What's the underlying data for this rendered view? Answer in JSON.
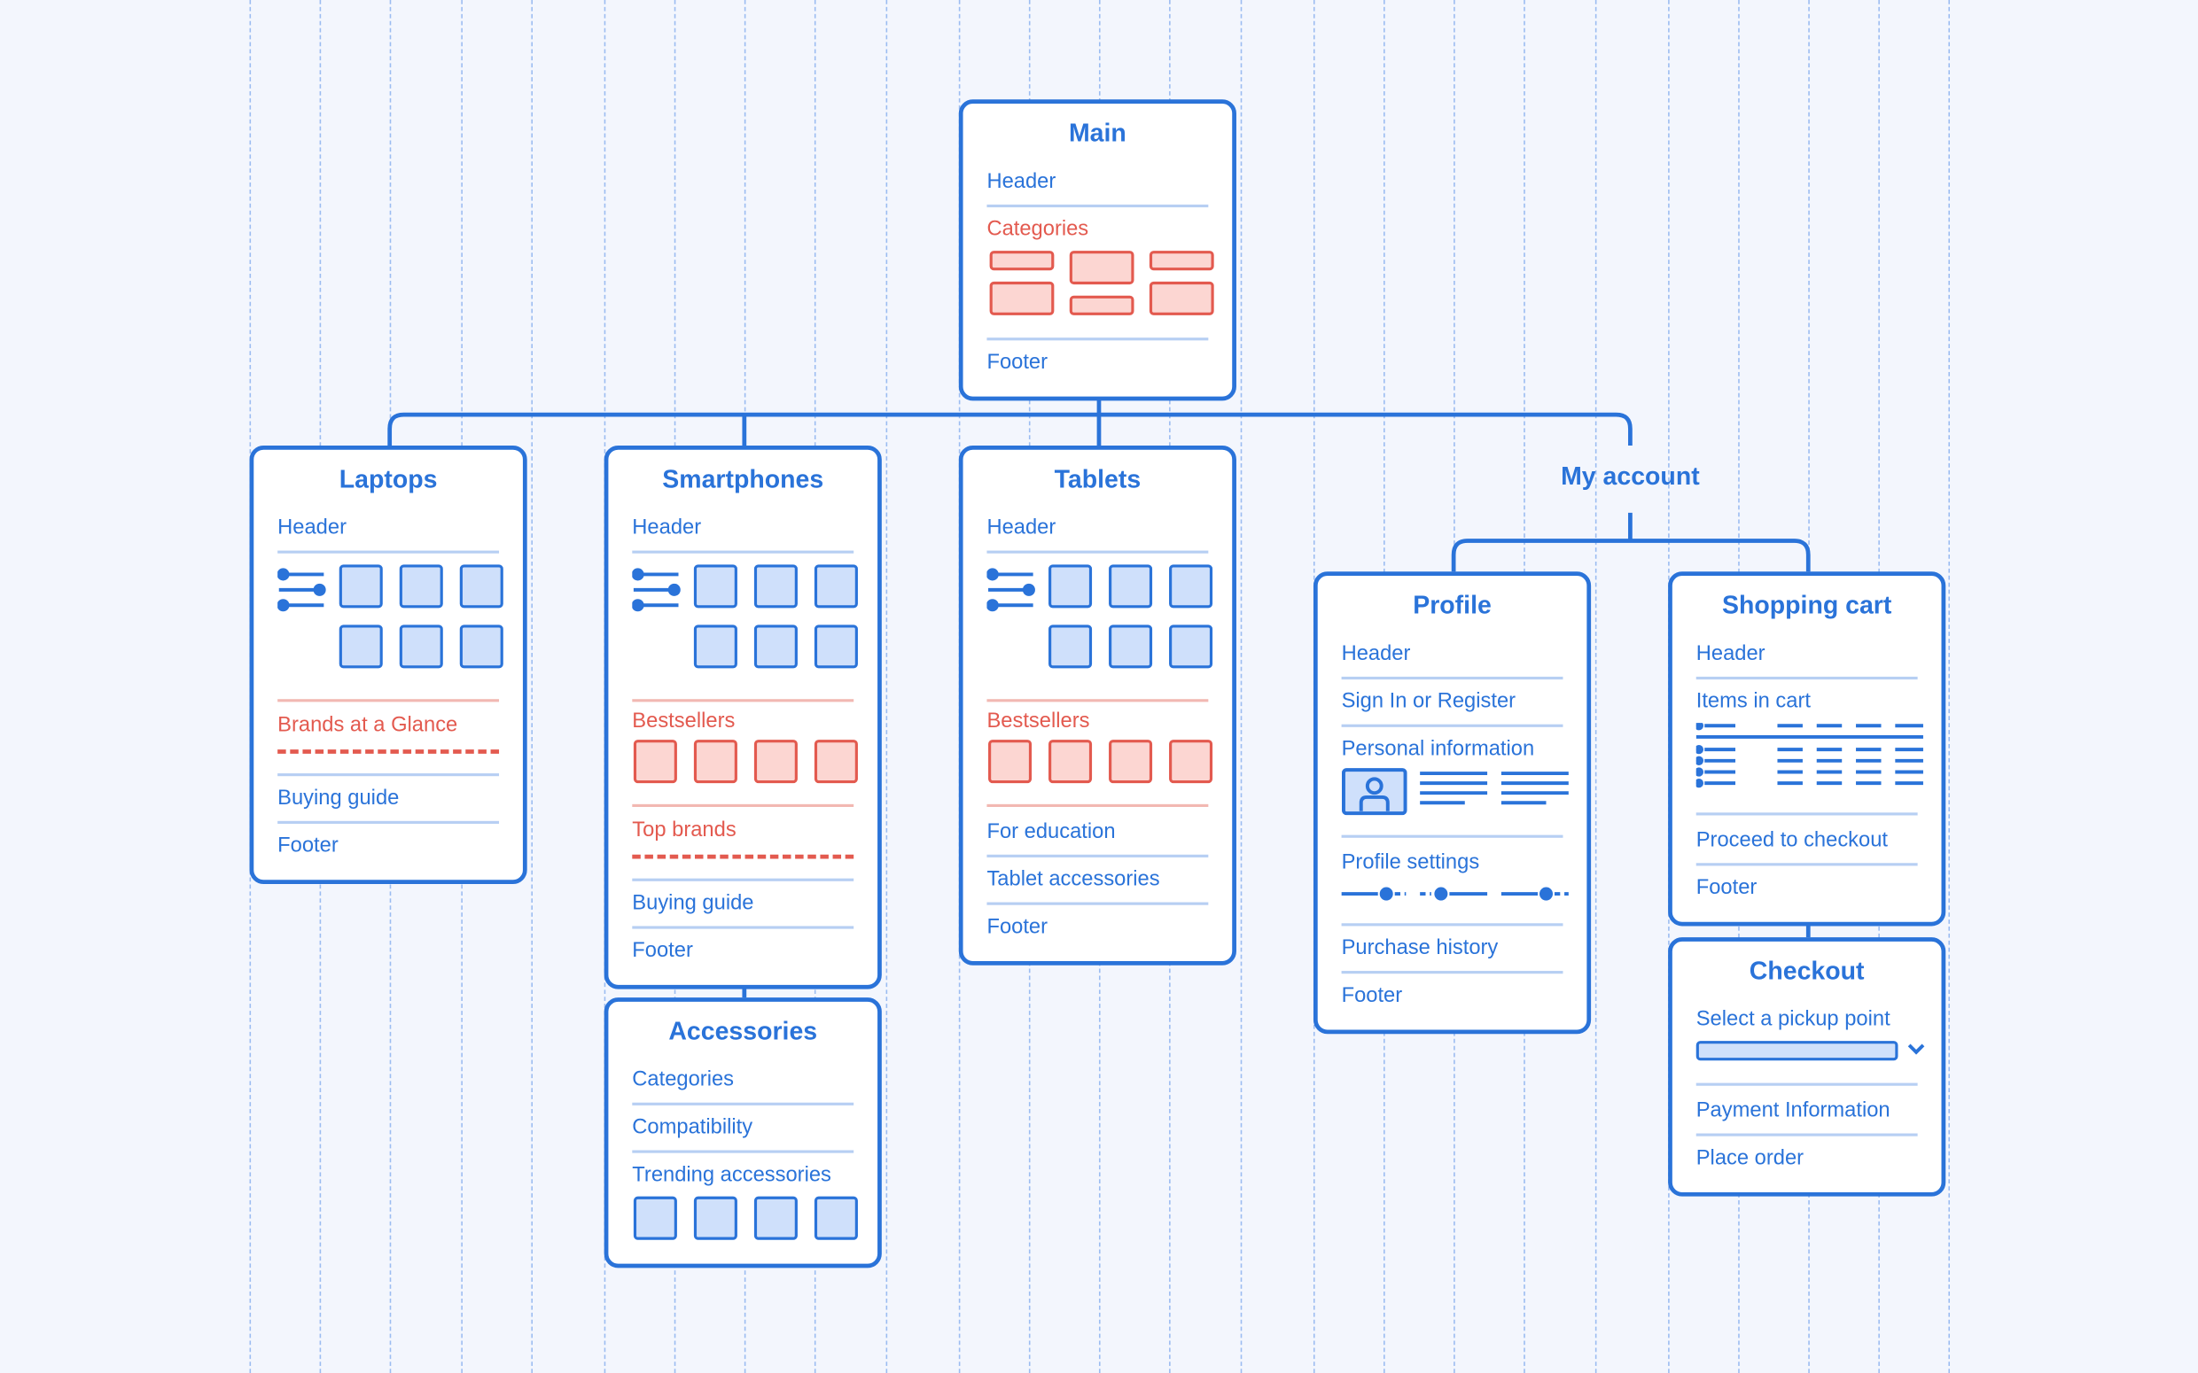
{
  "colors": {
    "blue": "#2a73d9",
    "red": "#e35a4f",
    "background": "#f3f6fd"
  },
  "main": {
    "title": "Main",
    "header": "Header",
    "categories": "Categories",
    "footer": "Footer"
  },
  "laptops": {
    "title": "Laptops",
    "header": "Header",
    "brands": "Brands at a Glance",
    "buying_guide": "Buying guide",
    "footer": "Footer"
  },
  "smartphones": {
    "title": "Smartphones",
    "header": "Header",
    "bestsellers": "Bestsellers",
    "top_brands": "Top brands",
    "buying_guide": "Buying guide",
    "footer": "Footer"
  },
  "tablets": {
    "title": "Tablets",
    "header": "Header",
    "bestsellers": "Bestsellers",
    "for_education": "For education",
    "tablet_accessories": "Tablet accessories",
    "footer": "Footer"
  },
  "my_account": {
    "title": "My account"
  },
  "profile": {
    "title": "Profile",
    "header": "Header",
    "sign_in": "Sign In or Register",
    "personal_info": "Personal information",
    "profile_settings": "Profile settings",
    "purchase_history": "Purchase history",
    "footer": "Footer"
  },
  "shopping_cart": {
    "title": "Shopping cart",
    "header": "Header",
    "items_in_cart": "Items in cart",
    "proceed": "Proceed to checkout",
    "footer": "Footer"
  },
  "accessories": {
    "title": "Accessories",
    "categories": "Categories",
    "compatibility": "Compatibility",
    "trending": "Trending accessories"
  },
  "checkout": {
    "title": "Checkout",
    "pickup": "Select a pickup point",
    "payment": "Payment Information",
    "place_order": "Place order"
  },
  "icons": [
    "filter-icon",
    "user-avatar-icon",
    "chevron-down-icon",
    "list-icon"
  ]
}
